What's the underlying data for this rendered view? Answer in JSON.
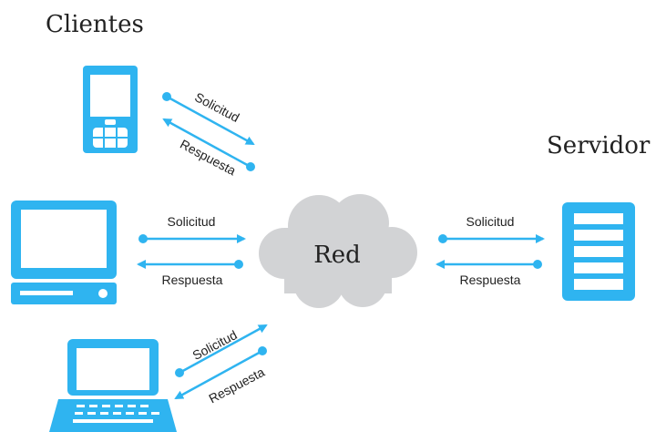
{
  "titles": {
    "clients": "Clientes",
    "server": "Servidor"
  },
  "network": {
    "label": "Red"
  },
  "arrows": {
    "request": "Solicitud",
    "response": "Respuesta"
  },
  "colors": {
    "device": "#2fb4f0",
    "cloud": "#d2d3d5",
    "arrow": "#2fb4f0",
    "text": "#222222"
  },
  "icons": {
    "clients": [
      "mobile-phone-icon",
      "desktop-computer-icon",
      "laptop-icon"
    ],
    "server": "server-icon",
    "network": "cloud-icon"
  }
}
